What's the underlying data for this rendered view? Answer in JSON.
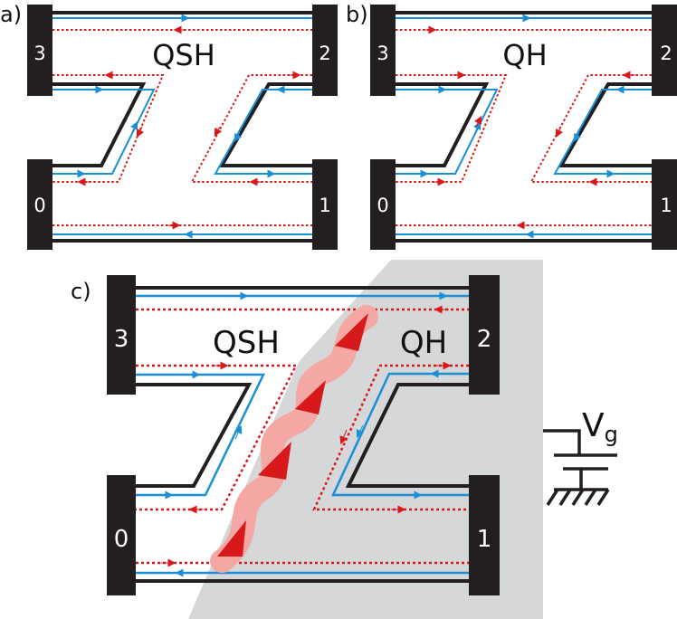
{
  "panels": {
    "a": {
      "label": "a)",
      "regime": "QSH",
      "terminals": [
        "3",
        "2",
        "0",
        "1"
      ]
    },
    "b": {
      "label": "b)",
      "regime": "QH",
      "terminals": [
        "3",
        "2",
        "0",
        "1"
      ]
    },
    "c": {
      "label": "c)",
      "regime_left": "QSH",
      "regime_right": "QH",
      "terminals": [
        "3",
        "2",
        "0",
        "1"
      ],
      "gate_label": "V",
      "gate_subscript": "g"
    }
  },
  "colors": {
    "contact": "#231f20",
    "edge_outline": "#231f20",
    "blue_channel": "#1b8fd6",
    "red_channel": "#d7191c",
    "interface": "#f4a7a3",
    "gated_region": "#d6d7d8"
  }
}
